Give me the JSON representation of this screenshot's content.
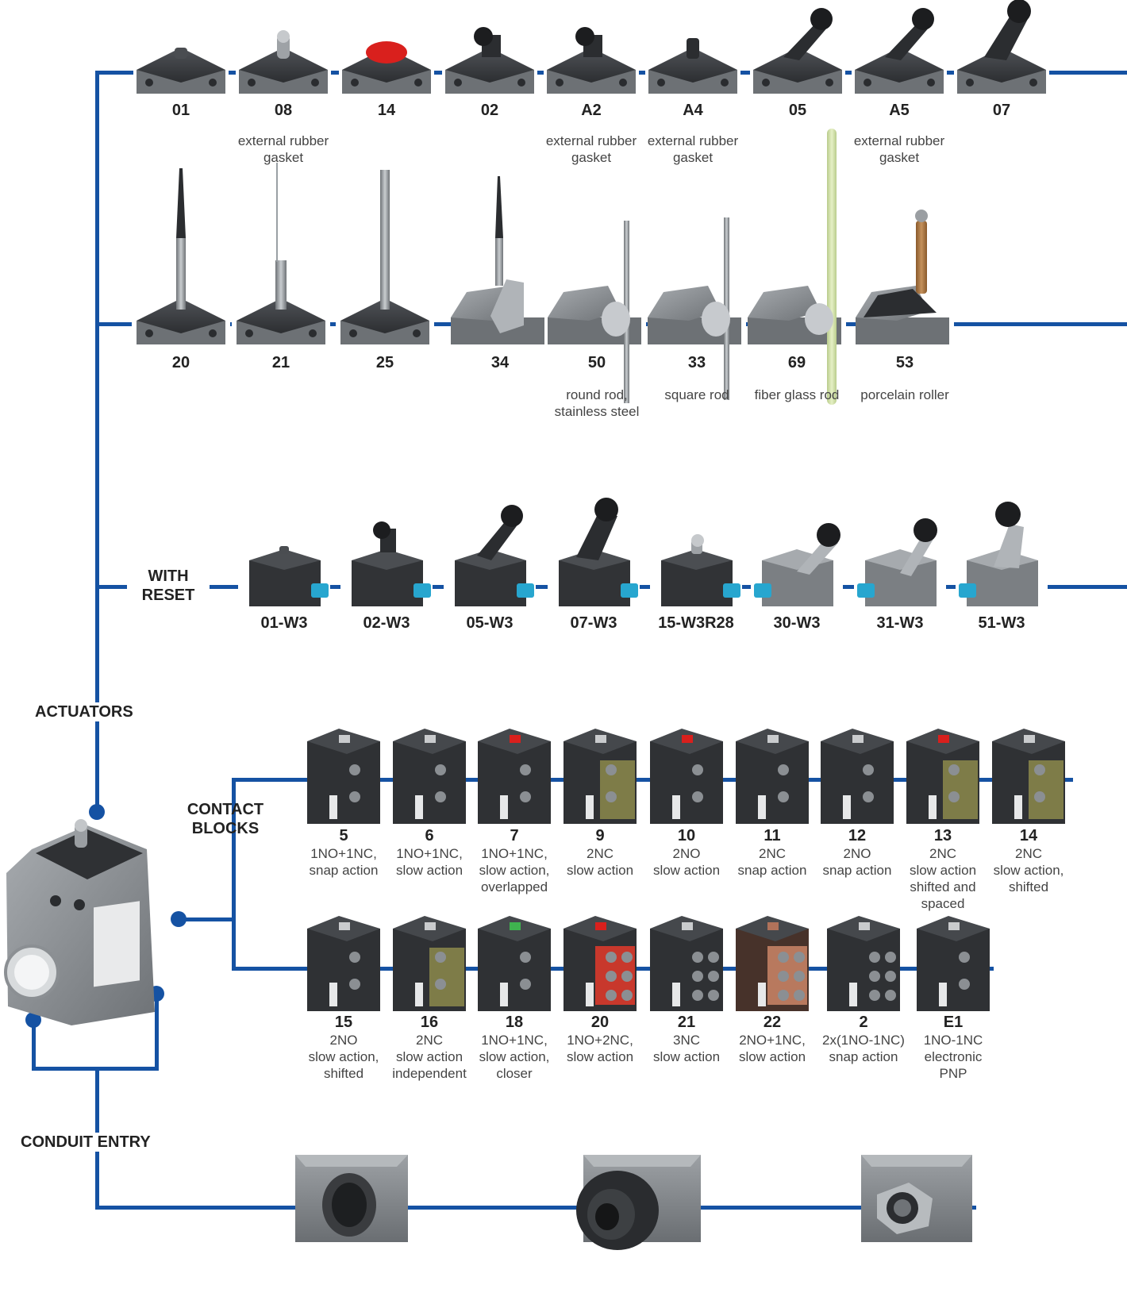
{
  "sections": {
    "actuators": "ACTUATORS",
    "with_reset": [
      "WITH",
      "RESET"
    ],
    "contact_blocks": [
      "CONTACT",
      "BLOCKS"
    ],
    "conduit_entry": "CONDUIT ENTRY"
  },
  "actuator_row1": [
    {
      "code": "01"
    },
    {
      "code": "08",
      "desc": [
        "external rubber",
        "gasket"
      ]
    },
    {
      "code": "14"
    },
    {
      "code": "02"
    },
    {
      "code": "A2",
      "desc": [
        "external rubber",
        "gasket"
      ]
    },
    {
      "code": "A4",
      "desc": [
        "external rubber",
        "gasket"
      ]
    },
    {
      "code": "05"
    },
    {
      "code": "A5",
      "desc": [
        "external rubber",
        "gasket"
      ]
    },
    {
      "code": "07"
    }
  ],
  "actuator_row2": [
    {
      "code": "20"
    },
    {
      "code": "21"
    },
    {
      "code": "25"
    },
    {
      "code": "34"
    },
    {
      "code": "50",
      "desc": [
        "round rod,",
        "stainless steel"
      ]
    },
    {
      "code": "33",
      "desc": [
        "square rod"
      ]
    },
    {
      "code": "69",
      "desc": [
        "fiber glass rod"
      ]
    },
    {
      "code": "53",
      "desc": [
        "porcelain roller"
      ]
    }
  ],
  "reset_row": [
    {
      "code": "01-W3"
    },
    {
      "code": "02-W3"
    },
    {
      "code": "05-W3"
    },
    {
      "code": "07-W3"
    },
    {
      "code": "15-W3R28"
    },
    {
      "code": "30-W3"
    },
    {
      "code": "31-W3"
    },
    {
      "code": "51-W3"
    }
  ],
  "contact_row1": [
    {
      "code": "5",
      "desc": [
        "1NO+1NC,",
        "snap action"
      ]
    },
    {
      "code": "6",
      "desc": [
        "1NO+1NC,",
        "slow action"
      ]
    },
    {
      "code": "7",
      "desc": [
        "1NO+1NC,",
        "slow action,",
        "overlapped"
      ]
    },
    {
      "code": "9",
      "desc": [
        "2NC",
        "slow action"
      ]
    },
    {
      "code": "10",
      "desc": [
        "2NO",
        "slow action"
      ]
    },
    {
      "code": "11",
      "desc": [
        "2NC",
        "snap action"
      ]
    },
    {
      "code": "12",
      "desc": [
        "2NO",
        "snap action"
      ]
    },
    {
      "code": "13",
      "desc": [
        "2NC",
        "slow action",
        "shifted and",
        "spaced"
      ]
    },
    {
      "code": "14",
      "desc": [
        "2NC",
        "slow action,",
        "shifted"
      ]
    }
  ],
  "contact_row2": [
    {
      "code": "15",
      "desc": [
        "2NO",
        "slow action,",
        "shifted"
      ]
    },
    {
      "code": "16",
      "desc": [
        "2NC",
        "slow action",
        "independent"
      ]
    },
    {
      "code": "18",
      "desc": [
        "1NO+1NC,",
        "slow action,",
        "closer"
      ]
    },
    {
      "code": "20",
      "desc": [
        "1NO+2NC,",
        "slow action"
      ]
    },
    {
      "code": "21",
      "desc": [
        "3NC",
        "slow action"
      ]
    },
    {
      "code": "22",
      "desc": [
        "2NO+1NC,",
        "slow action"
      ]
    },
    {
      "code": "2",
      "desc": [
        "2x(1NO-1NC)",
        "snap action"
      ]
    },
    {
      "code": "E1",
      "desc": [
        "1NO-1NC",
        "electronic",
        "PNP"
      ]
    }
  ],
  "colors": {
    "line": "#1552a3",
    "dark_body": "#3a3c3f",
    "grey_body": "#8e9296",
    "reset_button": "#27a6cf",
    "red_button": "#d9201d"
  }
}
